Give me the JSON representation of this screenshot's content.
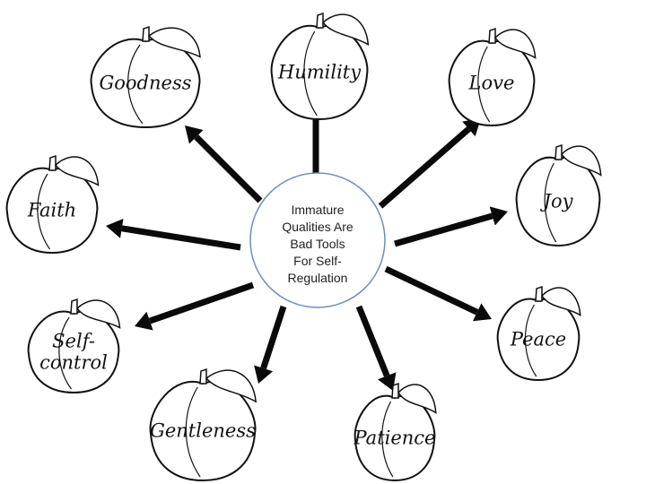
{
  "center": {
    "lines": [
      "Immature",
      "Qualities Are",
      "Bad Tools",
      "For Self-",
      "Regulation"
    ],
    "stroke_color": "#6f8fb8"
  },
  "fruits": [
    {
      "id": "humility",
      "lines": [
        "Humility"
      ]
    },
    {
      "id": "love",
      "lines": [
        "Love"
      ]
    },
    {
      "id": "joy",
      "lines": [
        "Joy"
      ]
    },
    {
      "id": "peace",
      "lines": [
        "Peace"
      ]
    },
    {
      "id": "patience",
      "lines": [
        "Patience"
      ]
    },
    {
      "id": "gentleness",
      "lines": [
        "Gentleness"
      ]
    },
    {
      "id": "self-control",
      "lines": [
        "Self-",
        "control"
      ]
    },
    {
      "id": "faith",
      "lines": [
        "Faith"
      ]
    },
    {
      "id": "goodness",
      "lines": [
        "Goodness"
      ]
    }
  ],
  "icon": "peach-icon",
  "arrow_color": "#0a0a0a"
}
